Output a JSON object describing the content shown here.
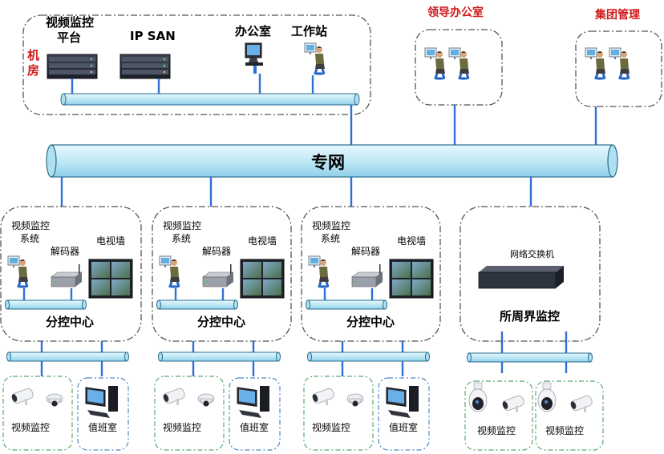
{
  "machine_room": {
    "label": "机房",
    "video_platform_line1": "视频监控",
    "video_platform_line2": "平台",
    "ip_san": "IP SAN",
    "office": "办公室",
    "workstation": "工作站"
  },
  "leader_office": "领导办公室",
  "group_management": "集团管理",
  "private_network": "专网",
  "sub_centers": [
    {
      "system_line1": "视频监控",
      "system_line2": "系统",
      "decoder": "解码器",
      "tv_wall": "电视墙",
      "title": "分控中心",
      "monitor": "视频监控",
      "duty_room": "值班室"
    },
    {
      "system_line1": "视频监控",
      "system_line2": "系统",
      "decoder": "解码器",
      "tv_wall": "电视墙",
      "title": "分控中心",
      "monitor": "视频监控",
      "duty_room": "值班室"
    },
    {
      "system_line1": "视频监控",
      "system_line2": "系统",
      "decoder": "解码器",
      "tv_wall": "电视墙",
      "title": "分控中心",
      "monitor": "视频监控",
      "duty_room": "值班室"
    }
  ],
  "perimeter": {
    "switch": "网络交换机",
    "title": "所周界监控",
    "monitor_left": "视频监控",
    "monitor_right": "视频监控"
  },
  "colors": {
    "pipe_fill": "#c6ecf7",
    "pipe_stroke": "#2a6d8c",
    "link": "#2f6fd6",
    "dash_dark": "#555555",
    "dash_green": "#59a86e",
    "dash_blue": "#4d88c8",
    "accent_red": "#d11a1a"
  }
}
